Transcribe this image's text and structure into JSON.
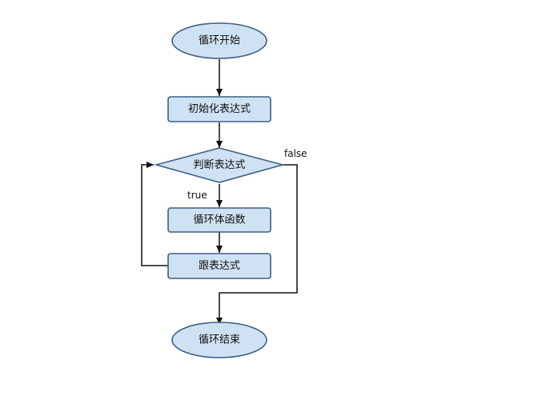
{
  "diagram": {
    "nodes": {
      "start": "循环开始",
      "init": "初始化表达式",
      "condition": "判断表达式",
      "body": "循环体函数",
      "update": "跟表达式",
      "end": "循环结束"
    },
    "edge_labels": {
      "true_label": "true",
      "false_label": "false"
    },
    "colors": {
      "node_fill": "#cfe2f3",
      "node_border": "#3d5f86",
      "edge": "#111111"
    }
  }
}
